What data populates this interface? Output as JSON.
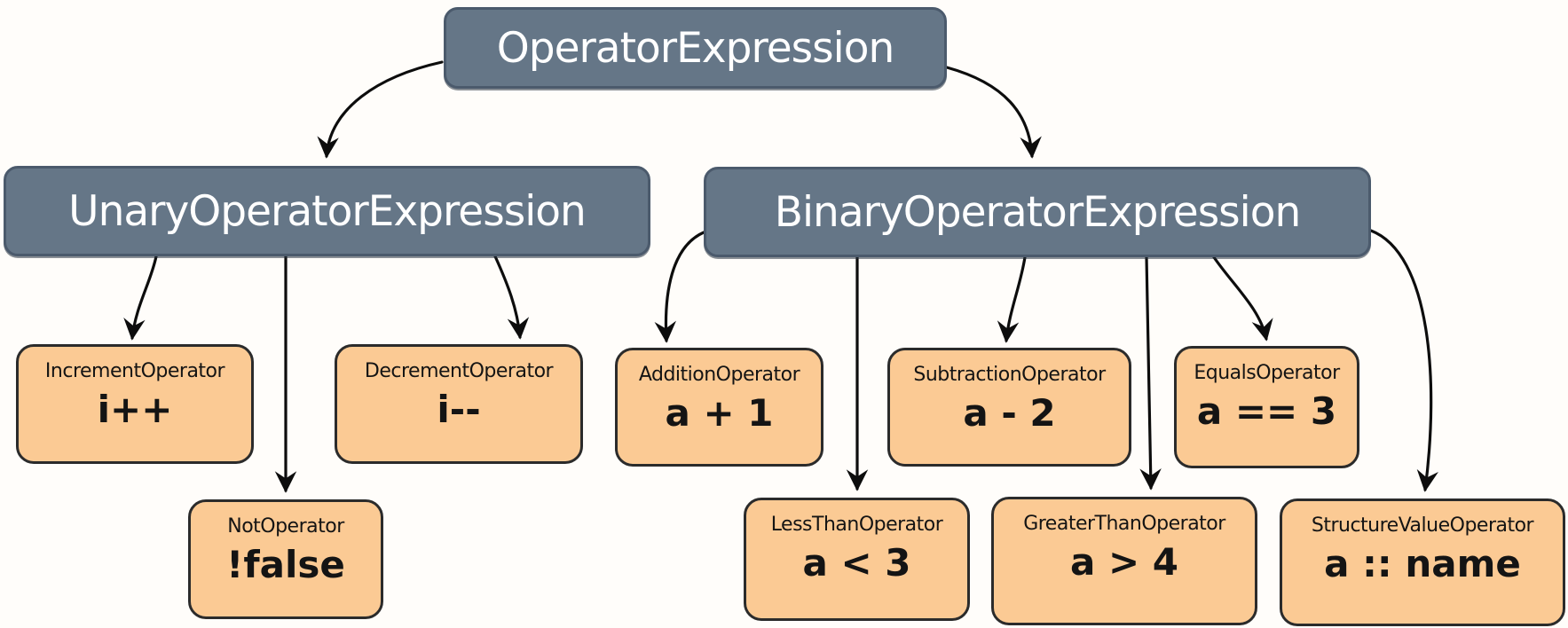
{
  "diagram": {
    "type": "tree",
    "root": "OperatorExpression"
  },
  "colors": {
    "background": "#fffdfa",
    "category_fill": "#657687",
    "category_border": "#4b5a6c",
    "category_text": "#ffffff",
    "leaf_fill": "#fbca94",
    "leaf_border": "#2b2b2b",
    "leaf_text": "#141414",
    "edge": "#0d0d0d"
  },
  "nodes": {
    "root": {
      "label": "OperatorExpression"
    },
    "unary": {
      "label": "UnaryOperatorExpression"
    },
    "binary": {
      "label": "BinaryOperatorExpression"
    },
    "increment": {
      "label": "IncrementOperator",
      "example": "i++"
    },
    "decrement": {
      "label": "DecrementOperator",
      "example": "i--"
    },
    "not": {
      "label": "NotOperator",
      "example": "!false"
    },
    "addition": {
      "label": "AdditionOperator",
      "example": "a + 1"
    },
    "subtraction": {
      "label": "SubtractionOperator",
      "example": "a - 2"
    },
    "equals": {
      "label": "EqualsOperator",
      "example": "a == 3"
    },
    "lessthan": {
      "label": "LessThanOperator",
      "example": "a < 3"
    },
    "greaterthan": {
      "label": "GreaterThanOperator",
      "example": "a > 4"
    },
    "structurevalue": {
      "label": "StructureValueOperator",
      "example": "a :: name"
    }
  },
  "edges": [
    {
      "from": "OperatorExpression",
      "to": "UnaryOperatorExpression"
    },
    {
      "from": "OperatorExpression",
      "to": "BinaryOperatorExpression"
    },
    {
      "from": "UnaryOperatorExpression",
      "to": "IncrementOperator"
    },
    {
      "from": "UnaryOperatorExpression",
      "to": "NotOperator"
    },
    {
      "from": "UnaryOperatorExpression",
      "to": "DecrementOperator"
    },
    {
      "from": "BinaryOperatorExpression",
      "to": "AdditionOperator"
    },
    {
      "from": "BinaryOperatorExpression",
      "to": "LessThanOperator"
    },
    {
      "from": "BinaryOperatorExpression",
      "to": "SubtractionOperator"
    },
    {
      "from": "BinaryOperatorExpression",
      "to": "GreaterThanOperator"
    },
    {
      "from": "BinaryOperatorExpression",
      "to": "EqualsOperator"
    },
    {
      "from": "BinaryOperatorExpression",
      "to": "StructureValueOperator"
    }
  ]
}
